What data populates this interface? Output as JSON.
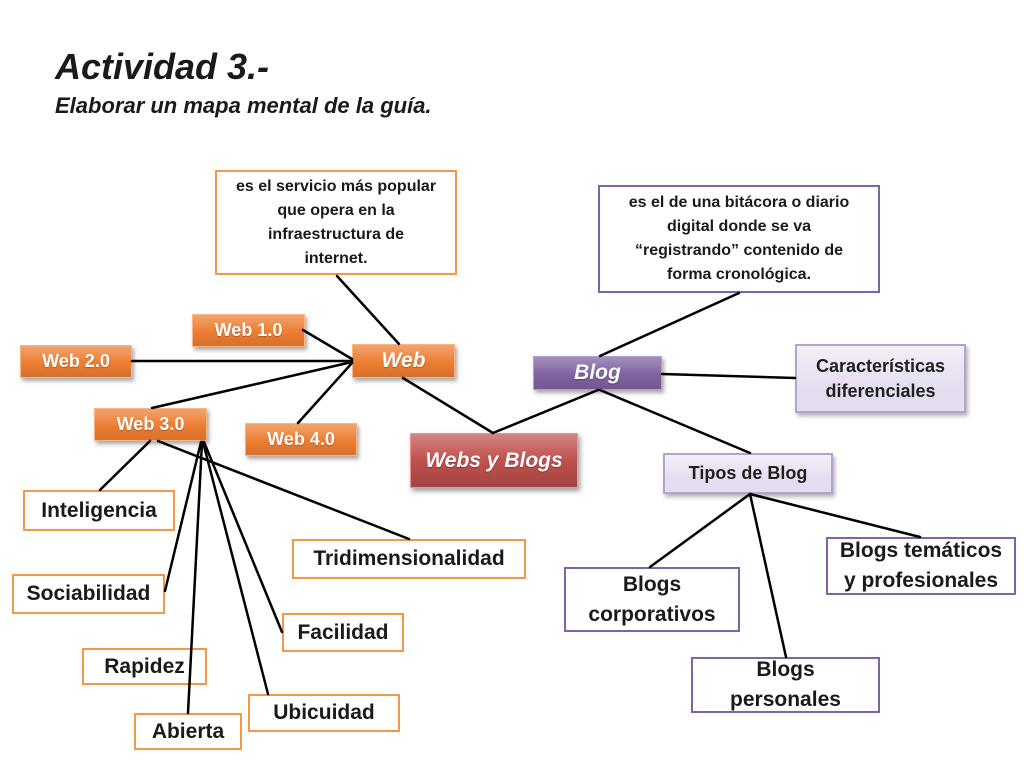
{
  "slide": {
    "title": "Actividad 3.-",
    "subtitle": "Elaborar un mapa mental de la guía."
  },
  "colors": {
    "web_branch": "#ED7D31",
    "web_outline": "#F79646",
    "blog_branch": "#8064A2",
    "blog_light": "#E4DCEF",
    "center": "#C0504D",
    "connector": "#000000"
  },
  "mind_map": {
    "center": "Webs y Blogs",
    "web": {
      "label": "Web",
      "definition": [
        "es el servicio más popular",
        "que opera en la",
        "infraestructura de",
        "internet."
      ],
      "versions": [
        "Web 1.0",
        "Web 2.0",
        "Web 3.0",
        "Web 4.0"
      ],
      "web3_traits": [
        "Inteligencia",
        "Tridimensionalidad",
        "Sociabilidad",
        "Facilidad",
        "Rapidez",
        "Ubicuidad",
        "Abierta"
      ]
    },
    "blog": {
      "label": "Blog",
      "definition": [
        "es el de una bitácora o diario",
        "digital donde se va",
        "“registrando” contenido de",
        "forma cronológica."
      ],
      "features": [
        "Características",
        "diferenciales"
      ],
      "types": {
        "label": "Tipos de Blog",
        "items": [
          [
            "Blogs temáticos",
            "y profesionales"
          ],
          [
            "Blogs",
            "corporativos"
          ],
          [
            "Blogs",
            "personales"
          ]
        ]
      }
    }
  }
}
